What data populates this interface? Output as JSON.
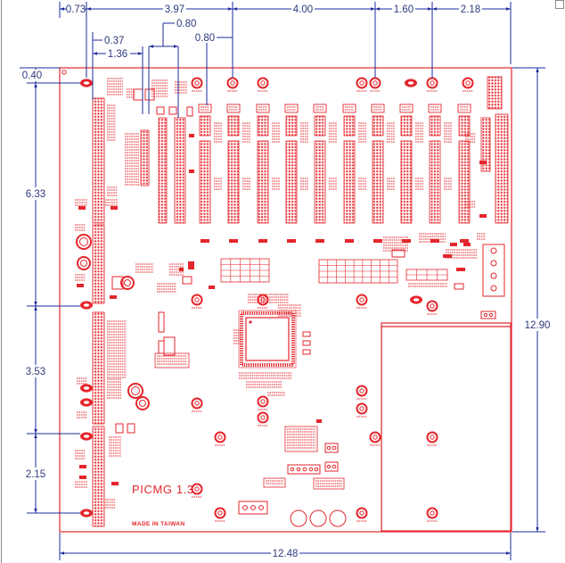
{
  "colors": {
    "board": "#e4262c",
    "dimension_line": "#1e2b9c",
    "dimension_text": "#2e3a7c"
  },
  "dimensions": {
    "top": [
      "0.73",
      "3.97",
      "4.00",
      "1.60",
      "2.18"
    ],
    "upper": [
      "0.80",
      "0.37",
      "1.36",
      "0.80"
    ],
    "left": [
      "0.40",
      "6.33",
      "3.53",
      "2.15"
    ],
    "overall_height": "12.90",
    "overall_width": "12.48"
  },
  "board": {
    "title": "PICMG 1.3",
    "origin": "MADE IN TAIWAN"
  }
}
